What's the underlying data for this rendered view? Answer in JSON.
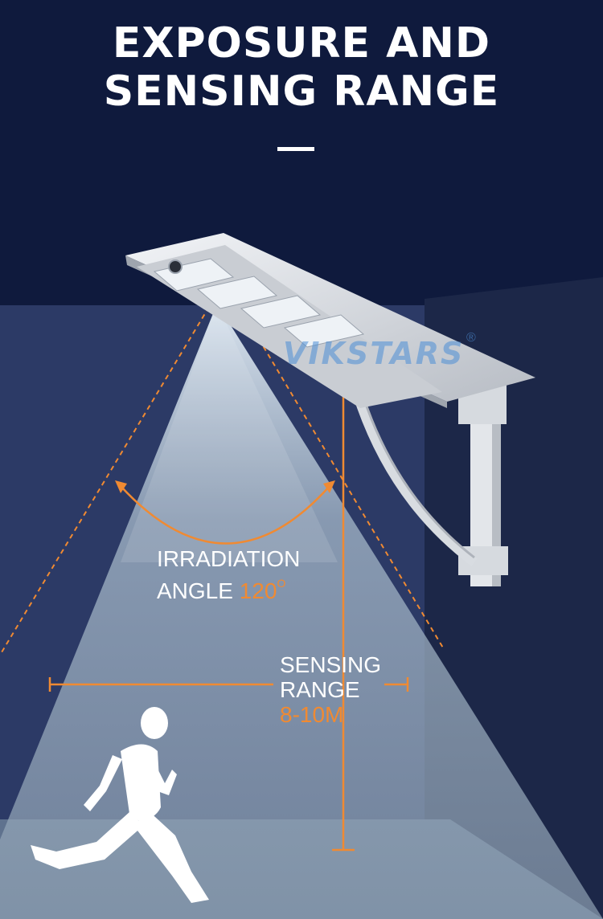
{
  "title": {
    "line1": "EXPOSURE AND",
    "line2": "SENSING RANGE"
  },
  "irradiation": {
    "line1": "IRRADIATION",
    "angle_prefix": "ANGLE",
    "angle_value": "120",
    "angle_unit": "O"
  },
  "sensing": {
    "line1": "SENSING",
    "line2": "RANGE",
    "value": "8-10M"
  },
  "brand": {
    "name": "VIKSTARS",
    "registered": "®"
  },
  "colors": {
    "background": "#0f1a3d",
    "accent": "#f08a32",
    "beam": "#c8d6e4"
  }
}
